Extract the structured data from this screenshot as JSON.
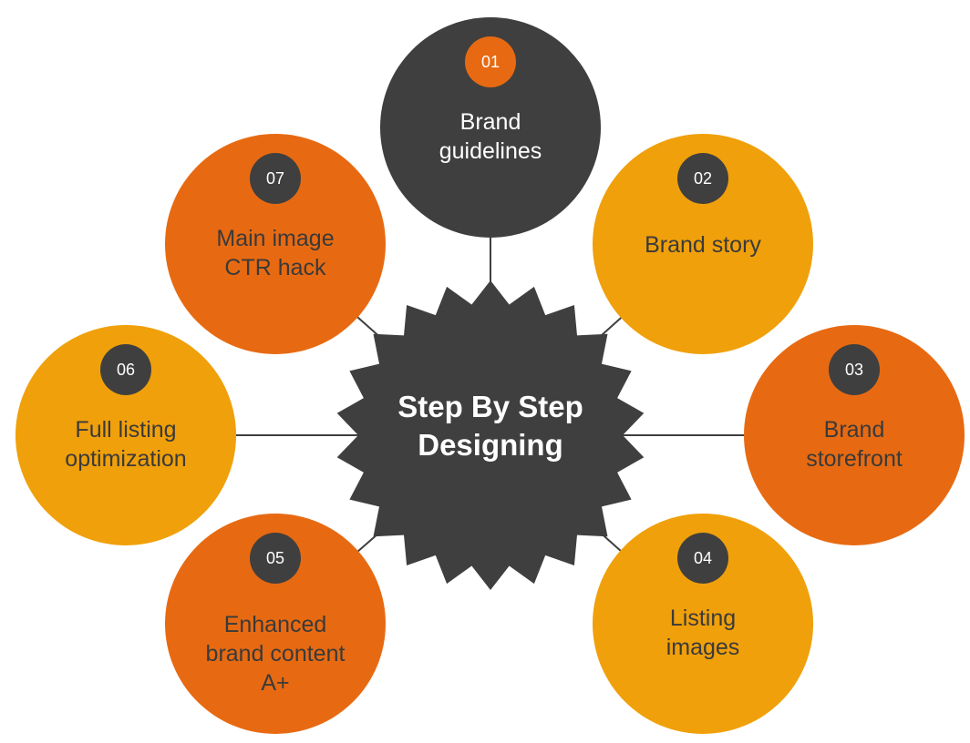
{
  "colors": {
    "dark": "#3f3f3f",
    "orange": "#e76a12",
    "amber": "#f0a00a",
    "text_on_light": "#3a3a3a",
    "text_on_dark": "#ffffff"
  },
  "center": {
    "lines": [
      "Step By Step",
      "Designing"
    ],
    "shape": "starburst"
  },
  "steps": [
    {
      "number": "01",
      "lines": [
        "Brand",
        "guidelines"
      ],
      "fill": "dark",
      "badge_fill": "orange"
    },
    {
      "number": "02",
      "lines": [
        "Brand story"
      ],
      "fill": "amber",
      "badge_fill": "dark"
    },
    {
      "number": "03",
      "lines": [
        "Brand",
        "storefront"
      ],
      "fill": "orange",
      "badge_fill": "dark"
    },
    {
      "number": "04",
      "lines": [
        "Listing",
        "images"
      ],
      "fill": "amber",
      "badge_fill": "dark"
    },
    {
      "number": "05",
      "lines": [
        "Enhanced",
        "brand content",
        "A+"
      ],
      "fill": "orange",
      "badge_fill": "dark"
    },
    {
      "number": "06",
      "lines": [
        "Full listing",
        "optimization"
      ],
      "fill": "amber",
      "badge_fill": "dark"
    },
    {
      "number": "07",
      "lines": [
        "Main image",
        "CTR hack"
      ],
      "fill": "orange",
      "badge_fill": "dark"
    }
  ]
}
